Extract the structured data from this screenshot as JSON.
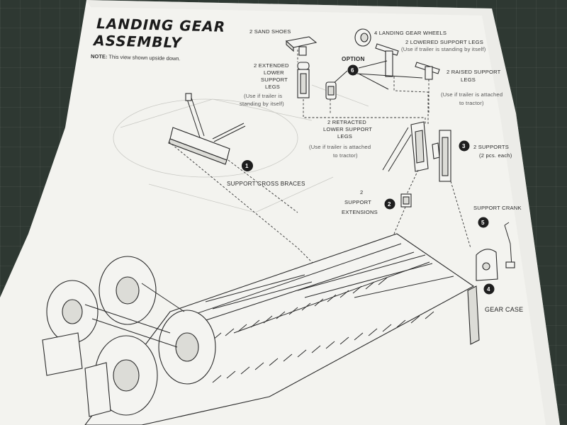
{
  "title": {
    "line1": "LANDING GEAR",
    "line2": "ASSEMBLY"
  },
  "note": {
    "label": "NOTE:",
    "text": "This view shown upside down."
  },
  "option": {
    "label": "OPTION",
    "step": "6"
  },
  "labels": {
    "sand_shoes": "2 SAND SHOES",
    "wheels": "4 LANDING GEAR WHEELS",
    "lowered_legs": [
      "2 LOWERED SUPPORT LEGS",
      "(Use if trailer is standing by itself)"
    ],
    "raised_legs": [
      "2 RAISED SUPPORT",
      "LEGS",
      "(Use if trailer is attached",
      "to tractor)"
    ],
    "extended_legs": [
      "2 EXTENDED",
      "LOWER",
      "SUPPORT",
      "LEGS",
      "(Use if trailer is",
      "standing by itself)"
    ],
    "retracted_legs": [
      "2 RETRACTED",
      "LOWER SUPPORT",
      "LEGS",
      "(Use if trailer is attached",
      "to tractor)"
    ],
    "supports": [
      "2 SUPPORTS",
      "(2 pcs. each)"
    ],
    "cross_braces": "SUPPORT CROSS BRACES",
    "extensions": [
      "2",
      "SUPPORT",
      "EXTENSIONS"
    ],
    "crank": "SUPPORT CRANK",
    "gear_case": "GEAR CASE"
  },
  "steps": {
    "cross_braces": "1",
    "extensions": "2",
    "supports": "3",
    "gear_case": "4",
    "crank": "5"
  }
}
